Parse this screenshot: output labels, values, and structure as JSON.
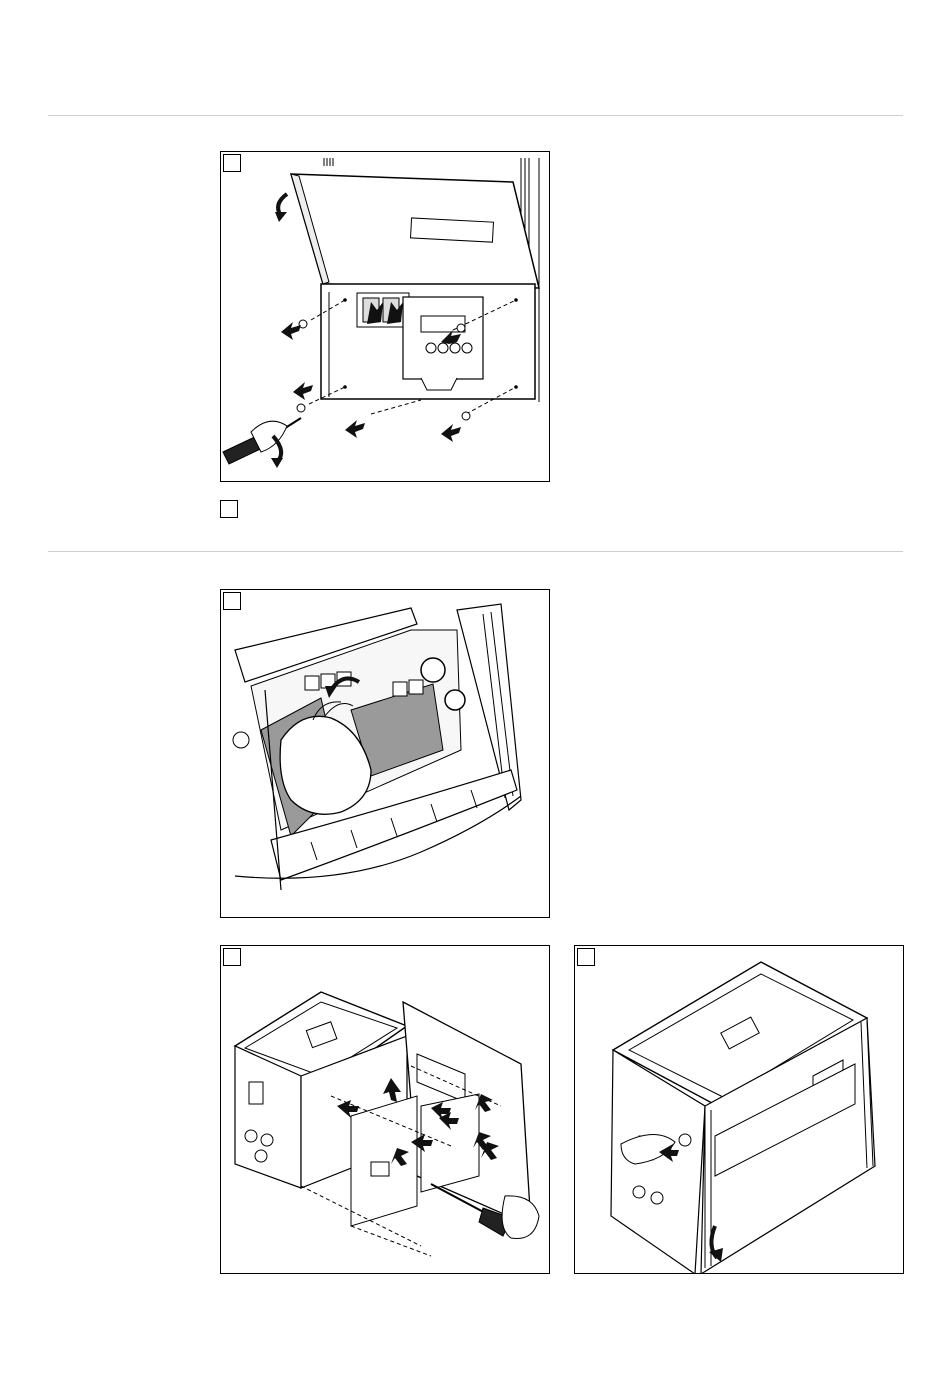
{
  "page": {
    "sections": [
      {
        "steps": [
          {
            "number": "",
            "illustration": "enclosure-cover-opened-screws-removed"
          },
          {
            "number": ""
          }
        ]
      },
      {
        "steps": [
          {
            "number": "",
            "illustration": "hand-pulling-connector-inside-housing"
          },
          {
            "number": "",
            "illustration": "exploded-view-plates-and-screws"
          },
          {
            "number": "",
            "illustration": "closed-housing-swinging-door"
          }
        ]
      }
    ],
    "colors": {
      "rule": "#cfcfcf",
      "line": "#000000",
      "shade": "#9a9a9a",
      "arrow": "#111111"
    },
    "icons": [
      "curved-arrow-icon",
      "push-arrow-icon",
      "screwdriver-icon",
      "hand-icon"
    ]
  }
}
